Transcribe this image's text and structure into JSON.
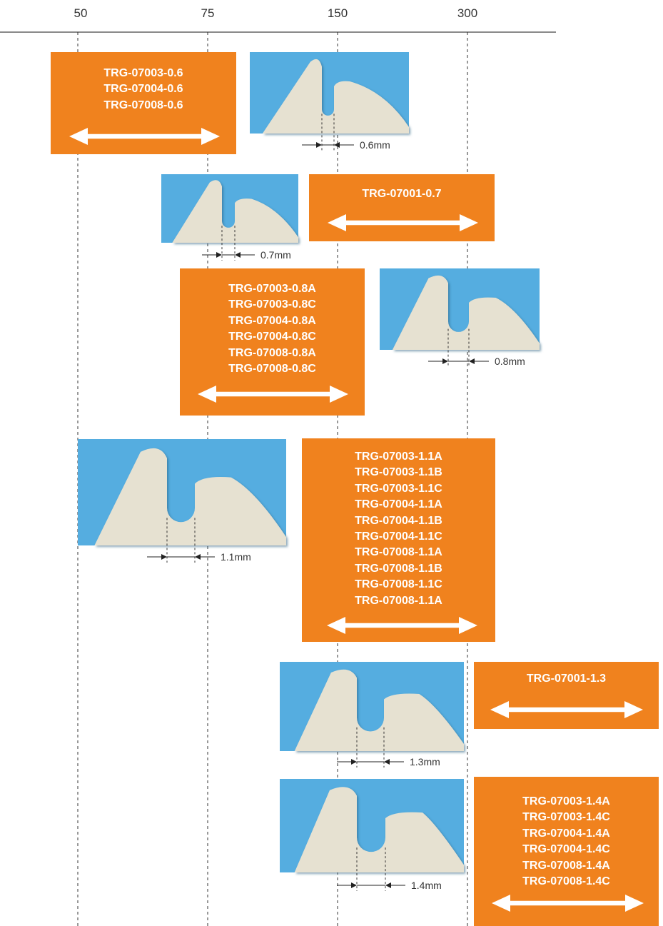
{
  "axis": {
    "ticks": [
      "50",
      "75",
      "150",
      "300"
    ]
  },
  "rows": [
    {
      "codes": [
        "TRG-07003-0.6",
        "TRG-07004-0.6",
        "TRG-07008-0.6"
      ],
      "gap": "0.6mm"
    },
    {
      "codes": [
        "TRG-07001-0.7"
      ],
      "gap": "0.7mm"
    },
    {
      "codes": [
        "TRG-07003-0.8A",
        "TRG-07003-0.8C",
        "TRG-07004-0.8A",
        "TRG-07004-0.8C",
        "TRG-07008-0.8A",
        "TRG-07008-0.8C"
      ],
      "gap": "0.8mm"
    },
    {
      "codes": [
        "TRG-07003-1.1A",
        "TRG-07003-1.1B",
        "TRG-07003-1.1C",
        "TRG-07004-1.1A",
        "TRG-07004-1.1B",
        "TRG-07004-1.1C",
        "TRG-07008-1.1A",
        "TRG-07008-1.1B",
        "TRG-07008-1.1C",
        "TRG-07008-1.1A"
      ],
      "gap": "1.1mm"
    },
    {
      "codes": [
        "TRG-07001-1.3"
      ],
      "gap": "1.3mm"
    },
    {
      "codes": [
        "TRG-07003-1.4A",
        "TRG-07003-1.4C",
        "TRG-07004-1.4A",
        "TRG-07004-1.4C",
        "TRG-07008-1.4A",
        "TRG-07008-1.4C"
      ],
      "gap": "1.4mm"
    }
  ],
  "colors": {
    "orange": "#f0821e",
    "blue": "#55ade0",
    "blade": "#e6e1d1",
    "text": "#333333"
  }
}
